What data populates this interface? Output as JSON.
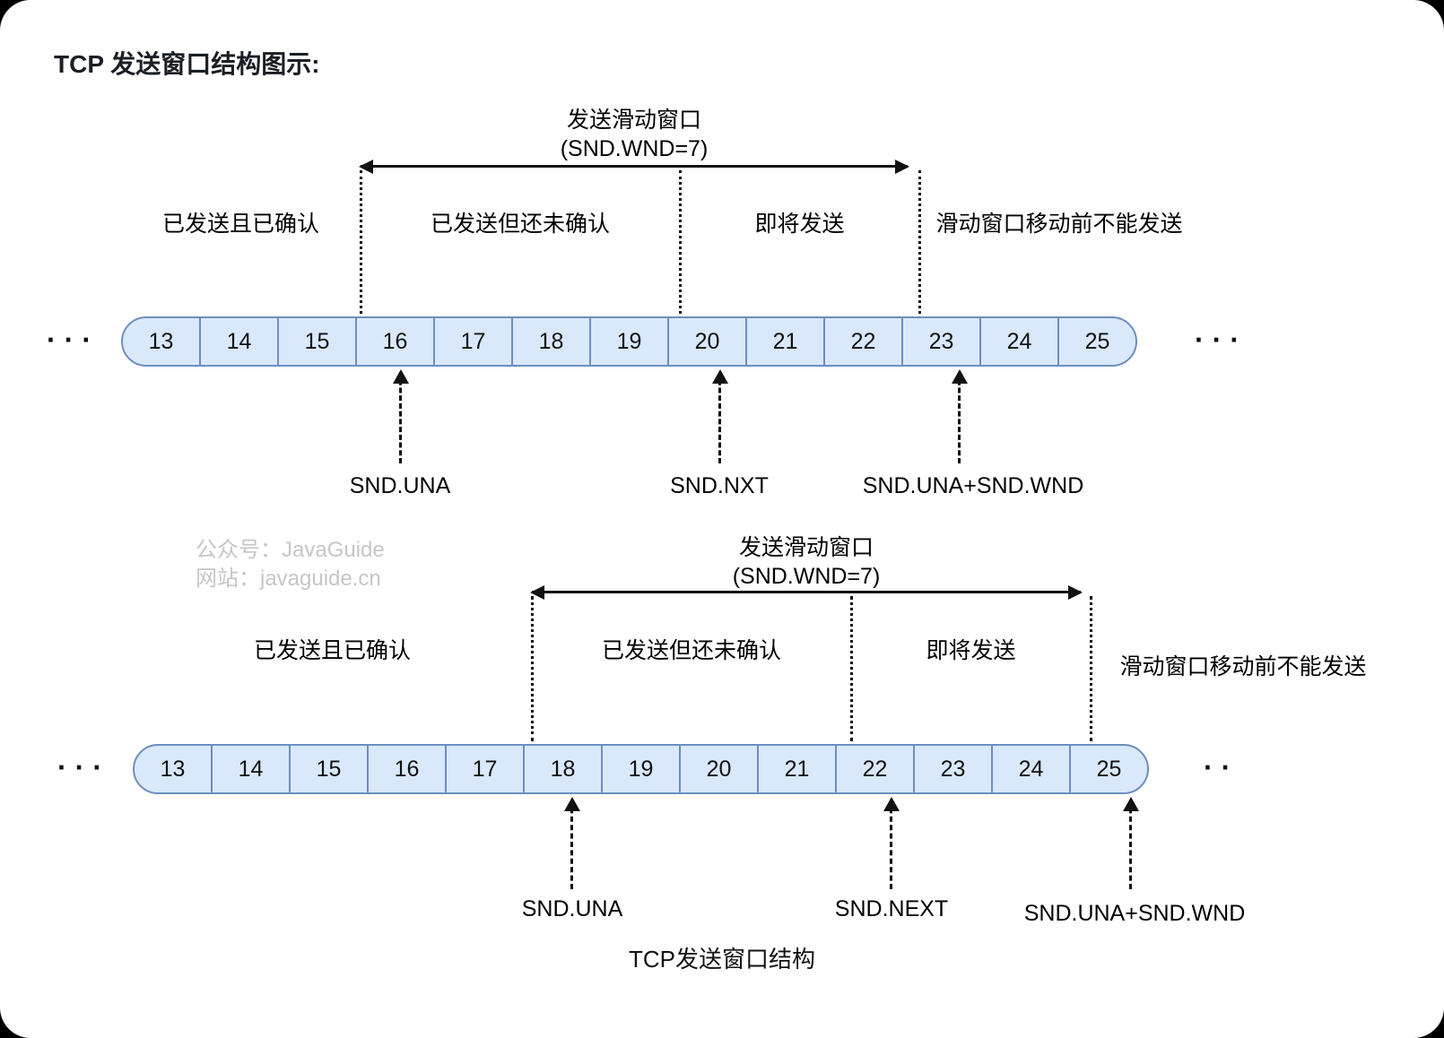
{
  "title": "TCP 发送窗口结构图示:",
  "watermark": {
    "line1": "公众号：JavaGuide",
    "line2": "网站：javaguide.cn"
  },
  "caption": "TCP发送窗口结构",
  "colors": {
    "cell_fill": "#dae8fc",
    "cell_border": "#6c8ebf",
    "line": "#111111"
  },
  "diagram_top": {
    "window_label": {
      "line1": "发送滑动窗口",
      "line2": "(SND.WND=7)"
    },
    "regions": {
      "acked": "已发送且已确认",
      "unacked": "已发送但还未确认",
      "to_send": "即将发送",
      "blocked": "滑动窗口移动前不能发送"
    },
    "cells": [
      "13",
      "14",
      "15",
      "16",
      "17",
      "18",
      "19",
      "20",
      "21",
      "22",
      "23",
      "24",
      "25"
    ],
    "ellipsis_left": "···",
    "ellipsis_right": "···",
    "pointers": {
      "una": "SND.UNA",
      "nxt": "SND.NXT",
      "una_wnd": "SND.UNA+SND.WND"
    }
  },
  "diagram_bottom": {
    "window_label": {
      "line1": "发送滑动窗口",
      "line2": "(SND.WND=7)"
    },
    "regions": {
      "acked": "已发送且已确认",
      "unacked": "已发送但还未确认",
      "to_send": "即将发送",
      "blocked": "滑动窗口移动前不能发送"
    },
    "cells": [
      "13",
      "14",
      "15",
      "16",
      "17",
      "18",
      "19",
      "20",
      "21",
      "22",
      "23",
      "24",
      "25"
    ],
    "ellipsis_left": "···",
    "ellipsis_right": "··",
    "pointers": {
      "una": "SND.UNA",
      "nxt": "SND.NEXT",
      "una_wnd": "SND.UNA+SND.WND"
    }
  }
}
